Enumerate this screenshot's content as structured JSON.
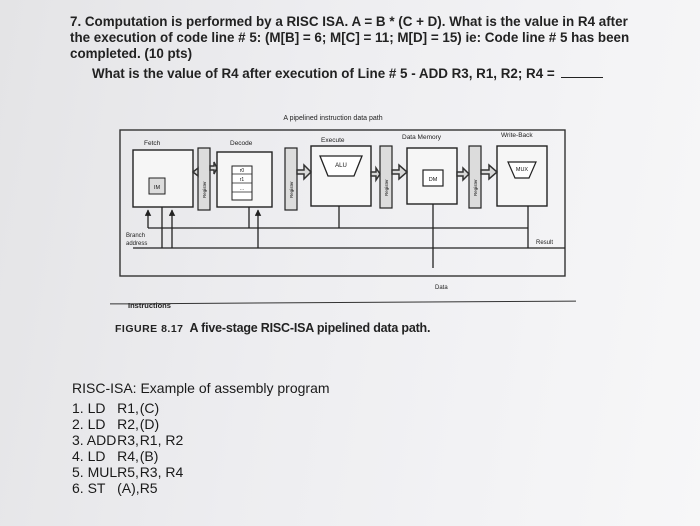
{
  "question": {
    "line1": "7. Computation is performed by a RISC ISA.  A = B * (C + D).  What is the value in R4 after",
    "line2": "the execution of code line # 5: (M[B] = 6; M[C] = 11; M[D] = 15) ie: Code line # 5 has been",
    "line3": "completed. (10 pts)",
    "sub": "What is the value of R4 after execution of Line # 5 - ADD R3,  R1, R2;    R4 ="
  },
  "figure": {
    "title": "A pipelined instruction data path",
    "stages": {
      "fetch": "Fetch",
      "decode": "Decode",
      "execute": "Execute",
      "data_memory": "Data Memory",
      "write_back": "Write-Back"
    },
    "units": {
      "im": "IM",
      "rf_top": "r0",
      "rf_mid": "r1",
      "rf_bot": "…",
      "alu": "ALU",
      "dm": "DM",
      "mux": "MUX"
    },
    "register_label": "Register",
    "labels": {
      "branch": "Branch",
      "address": "address",
      "result": "Result",
      "data": "Data",
      "instructions": "Instructions"
    },
    "caption_no": "FIGURE 8.17",
    "caption_text": "A five-stage RISC-ISA pipelined data path."
  },
  "program": {
    "title": "RISC-ISA: Example of assembly program",
    "rows": [
      {
        "op": "1. LD",
        "a": "R1,",
        "b": "(C)"
      },
      {
        "op": "2. LD",
        "a": "R2,",
        "b": "(D)"
      },
      {
        "op": "3. ADD",
        "a": "R3,",
        "b": "R1, R2"
      },
      {
        "op": "4. LD",
        "a": "R4,",
        "b": "(B)"
      },
      {
        "op": "5. MUL",
        "a": "R5,",
        "b": "R3, R4"
      },
      {
        "op": "6. ST",
        "a": "(A),",
        "b": "R5"
      }
    ]
  }
}
